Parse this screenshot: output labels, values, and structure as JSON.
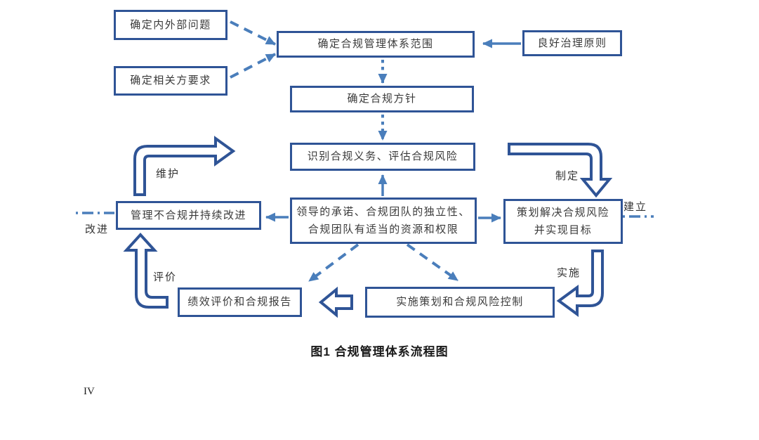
{
  "page": {
    "caption": "图1  合规管理体系流程图",
    "page_number": "IV"
  },
  "colors": {
    "box_border": "#2f5496",
    "arrow_blue": "#4a7ebb",
    "text": "#333333"
  },
  "boxes": [
    {
      "id": "internal-external-issues",
      "label": "确定内外部问题"
    },
    {
      "id": "interested-party-requirements",
      "label": "确定相关方要求"
    },
    {
      "id": "system-scope",
      "label": "确定合规管理体系范围"
    },
    {
      "id": "good-governance",
      "label": "良好治理原则"
    },
    {
      "id": "compliance-policy",
      "label": "确定合规方针"
    },
    {
      "id": "obligations-risks",
      "label": "识别合规义务、评估合规风险"
    },
    {
      "id": "leadership",
      "label": "领导的承诺、合规团队的独立性、\n合规团队有适当的资源和权限"
    },
    {
      "id": "noncompliance-improvement",
      "label": "管理不合规并持续改进"
    },
    {
      "id": "risk-planning",
      "label": "策划解决合规风险\n并实现目标"
    },
    {
      "id": "performance-reporting",
      "label": "绩效评价和合规报告"
    },
    {
      "id": "implementation-control",
      "label": "实施策划和合规风险控制"
    }
  ],
  "edge_labels": {
    "maintain": "维护",
    "formulate": "制定",
    "evaluate": "评价",
    "implement": "实施",
    "improve": "改进",
    "establish": "建立"
  }
}
